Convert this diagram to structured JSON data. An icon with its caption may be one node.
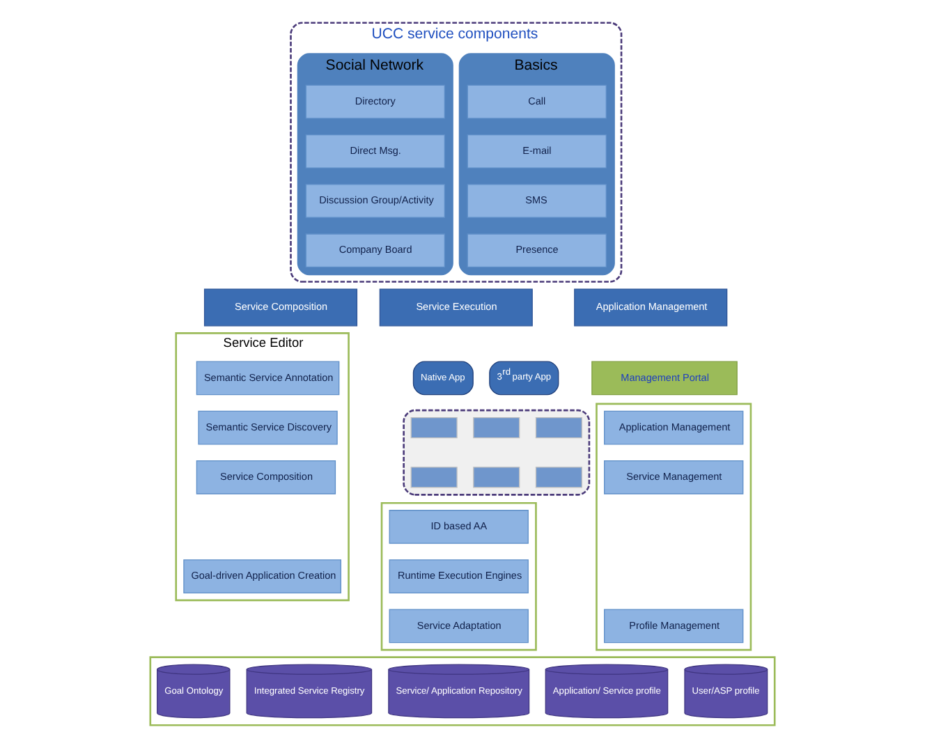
{
  "diagram": {
    "nodes": [
      {
        "text": [
          "UCC service components"
        ]
      },
      {
        "text": [
          "Basics"
        ],
        "in": 0
      },
      {
        "text": [
          "Call"
        ],
        "in": 1
      },
      {
        "text": [
          "E-mail"
        ],
        "in": 1
      },
      {
        "text": [
          "SMS"
        ],
        "in": 1
      },
      {
        "text": [
          "Presence"
        ],
        "in": 1
      },
      {
        "text": [
          "Social Network"
        ],
        "in": 0
      },
      {
        "text": [
          "Directory"
        ],
        "in": 6
      },
      {
        "text": [
          "Direct Msg."
        ],
        "in": 6
      },
      {
        "text": [
          "Discussion Group/Activity"
        ],
        "in": 6
      },
      {
        "text": [
          "Company Board"
        ],
        "in": 6
      },
      {
        "text": [
          "Service Composition"
        ]
      },
      {
        "text": [
          "Service Execution"
        ]
      },
      {
        "text": [
          "Application Management"
        ]
      },
      {
        "text": [
          "Service Editor"
        ]
      },
      {
        "text": [
          "Semantic Service Annotation"
        ],
        "in": 14
      },
      {
        "text": [
          "Semantic Service Discovery"
        ],
        "in": 14
      },
      {
        "text": [
          "Service Composition"
        ],
        "in": 14
      },
      {
        "text": [
          "Goal-driven Application Creation"
        ],
        "in": 14
      },
      {
        "text": [
          "Native App"
        ]
      },
      {
        "text": [
          "3$^{rd}$ party App"
        ]
      },
      {
        "text": [],
        "shape": "box"
      },
      {
        "text": [],
        "shape": "box",
        "in": 21
      },
      {
        "text": [],
        "shape": "box",
        "in": 21
      },
      {
        "text": [],
        "shape": "box",
        "in": 21
      },
      {
        "text": [],
        "shape": "box",
        "in": 21
      },
      {
        "text": [],
        "shape": "box",
        "in": 21
      },
      {
        "text": [],
        "shape": "box",
        "in": 21
      },
      {
        "text": [],
        "shape": "box"
      },
      {
        "text": [
          "ID based AA"
        ],
        "in": 28
      },
      {
        "text": [
          "Runtime Execution Engines"
        ],
        "in": 28
      },
      {
        "text": [
          "Service Adaptation"
        ],
        "in": 28
      },
      {
        "text": [
          "Management Portal"
        ]
      },
      {
        "text": [],
        "shape": "box"
      },
      {
        "text": [
          "Application Management"
        ],
        "in": 33
      },
      {
        "text": [
          "Service Management"
        ],
        "in": 33
      },
      {
        "text": [
          "Profile Management"
        ],
        "in": 33
      },
      {
        "text": [],
        "shape": "box"
      },
      {
        "text": [
          "Goal Ontology"
        ],
        "in": 37
      },
      {
        "text": [
          "Integrated Service Registry"
        ],
        "in": 37
      },
      {
        "text": [
          "Service/ Application Repository"
        ],
        "in": 37
      },
      {
        "text": [
          "Application/ Service profile"
        ],
        "in": 37
      },
      {
        "text": [
          "User/ASP profile"
        ],
        "in": 37
      }
    ]
  }
}
